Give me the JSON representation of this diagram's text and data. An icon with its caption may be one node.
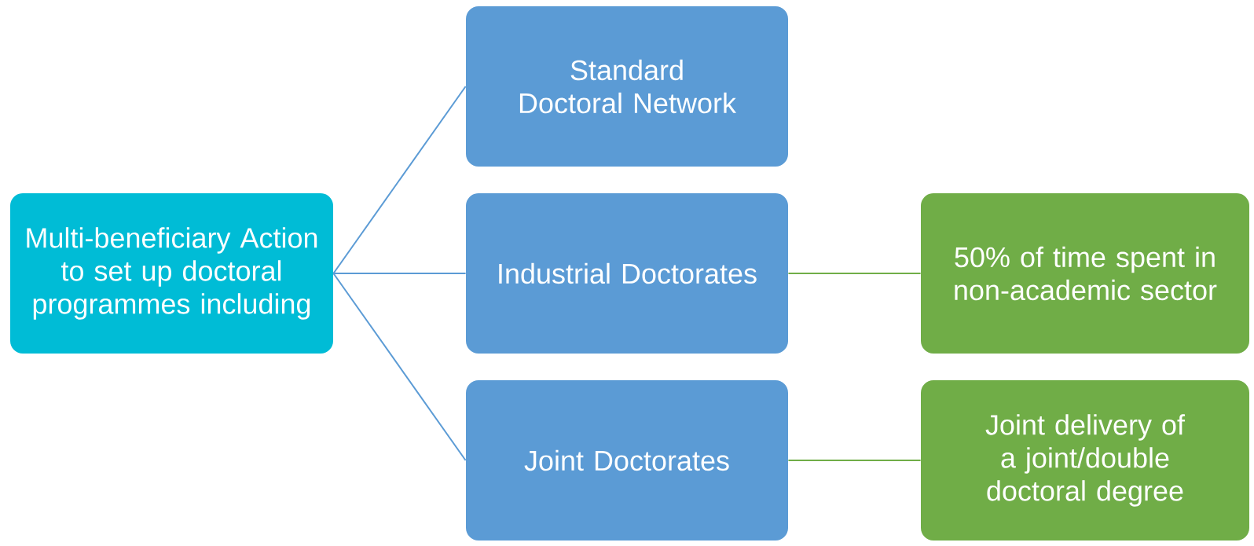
{
  "diagram": {
    "nodes": [
      {
        "text": [
          "Multi-beneficiary Action to set up doctoral programmes including"
        ]
      },
      {
        "text": [
          "Standard Doctoral Network"
        ]
      },
      {
        "text": [
          "Industrial Doctorates"
        ]
      },
      {
        "text": [
          "Joint Doctorates"
        ]
      },
      {
        "text": [
          "50% of time spent in non-academic sector"
        ]
      },
      {
        "text": [
          "Joint delivery of a joint/double doctoral degree"
        ]
      }
    ],
    "edges": [
      {
        "from": 0,
        "to": 1,
        "arrow": "none"
      },
      {
        "from": 0,
        "to": 2,
        "arrow": "none"
      },
      {
        "from": 0,
        "to": 3,
        "arrow": "none"
      },
      {
        "from": 2,
        "to": 4,
        "arrow": "none",
        "color": "#70ad47"
      },
      {
        "from": 3,
        "to": 5,
        "arrow": "none",
        "color": "#70ad47"
      }
    ]
  }
}
